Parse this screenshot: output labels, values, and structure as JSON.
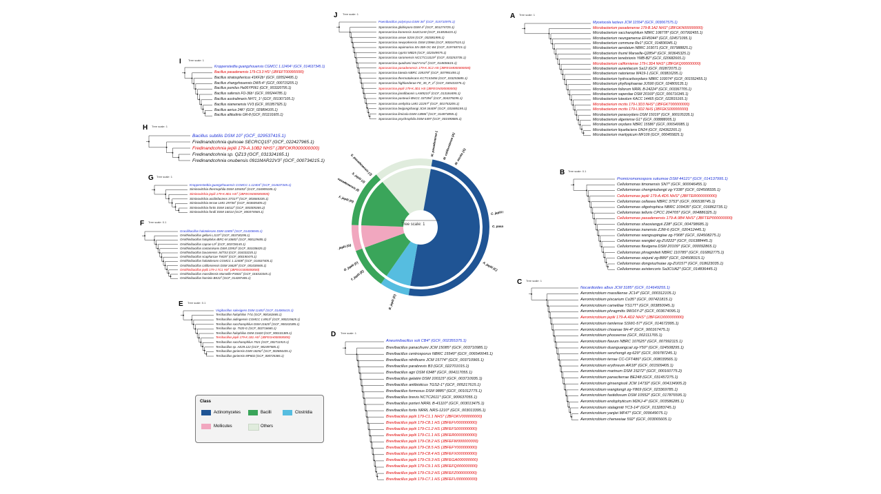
{
  "panels": {
    "A": {
      "label": "A",
      "scale": "Tree scale: 1",
      "leaves": [
        {
          "t": "Mycetocola lacteus JCM 11554ᵀ (GCF_003067575.1)",
          "k": "ref"
        },
        {
          "t": "Microbacterium pasadenense 179-B.1A2 NHSᵀ (JBFGKN000000000)",
          "k": "new"
        },
        {
          "t": "Microbacterium saccharophilum NBRC 108778ᵀ (GCF_007992455.1)",
          "k": ""
        },
        {
          "t": "Microbacterium neungamense EF45044ᵀ (GCF_024571095.1)",
          "k": ""
        },
        {
          "t": "Microbacterium commune Re1ᵀ (GCF_014836945.1)",
          "k": ""
        },
        {
          "t": "Microbacterium aerolatum NBRC 103071 (GCF_007988825.1)",
          "k": ""
        },
        {
          "t": "Microbacterium ihumii Marseille-Q2854ᵀ (GCF_903645325.1)",
          "k": ""
        },
        {
          "t": "Microbacterium tenebrionis YMB-B2ᵀ (GCF_020682665.1)",
          "k": ""
        },
        {
          "t": "Microbacterium californiense 179-I.3D4 NHSᵀ (JBFGKQ000000000)",
          "k": "new"
        },
        {
          "t": "Microbacterium aurantiacum Sa12 (GCF_002872075.1)",
          "k": ""
        },
        {
          "t": "Microbacterium natoriense W419-1 (GCF_003816295.1)",
          "k": ""
        },
        {
          "t": "Microbacterium hydrocarboxydans NBRC 103074ᵀ (GCF_001552455.1)",
          "k": ""
        },
        {
          "t": "Microbacterium phyllosphaerae JU590 (GCF_024809135.1)",
          "k": ""
        },
        {
          "t": "Microbacterium foliorum NRRL B-24224ᵀ (GCF_003367705.1)",
          "k": ""
        },
        {
          "t": "Microbacterium saperdae DSM 20169ᵀ (GCF_006716345.1)",
          "k": ""
        },
        {
          "t": "Microbacterium luteolum KACC 14465 (GCF_022815165.1)",
          "k": ""
        },
        {
          "t": "Microbacterium mcrtis 179-I.3D3 NHSᵀ (JBFGKT000000000)",
          "k": "new"
        },
        {
          "t": "Microbacterium mcrtis 179-I.3D2 NHS (JBFGKS000000000)",
          "k": "new"
        },
        {
          "t": "Microbacterium paraoxydans DSM 15019ᵀ (GCF_900105335.1)",
          "k": ""
        },
        {
          "t": "Microbacterium algeriense G1ᵀ (GCF_008888005.1)",
          "k": ""
        },
        {
          "t": "Microbacterium oxydans NBRC 15586ᵀ (GCF_006540085.1)",
          "k": ""
        },
        {
          "t": "Microbacterium liquefaciens DN24 (GCF_024362265.1)",
          "k": ""
        },
        {
          "t": "Microbacterium maritypicum MF109 (GCF_000455825.1)",
          "k": ""
        }
      ]
    },
    "B": {
      "label": "B",
      "scale": "Tree scale: 0.1",
      "leaves": [
        {
          "t": "Promicromonospora sukumoe DSM 44121ᵀ (GCF_014137995.1)",
          "k": "ref"
        },
        {
          "t": "Cellulomonas timonensis SN7ᵀ (GCF_900046455.1)",
          "k": ""
        },
        {
          "t": "Cellulomonas chengniuliangii zg-Y338ᵀ (GCF_024508335.1)",
          "k": ""
        },
        {
          "t": "Cellulomonas jeplii 179-A.4D5 NHSᵀ (JBFTER000000000)",
          "k": "new"
        },
        {
          "t": "Cellulomonas cellasea NBRC 3753ᵀ (GCF_006538745.1)",
          "k": ""
        },
        {
          "t": "Cellulomonas oligotrophica NBRC 109435ᵀ (GCF_016862735.1)",
          "k": ""
        },
        {
          "t": "Cellulomonas telluris CPCC 204705ᵀ (GCF_004886325.1)",
          "k": ""
        },
        {
          "t": "Cellulomonas pasadenensis 179-A.9B4 NHSᵀ (JBFTEP000000000)",
          "k": "new"
        },
        {
          "t": "Cellulomonas shaoxiangyii Z28ᵀ (GCF_004798685.1)",
          "k": ""
        },
        {
          "t": "Cellulomonas iranensis ZJW-6 (GCF_020412445.1)",
          "k": ""
        },
        {
          "t": "Cellulomonas wangsupingiae zg-Y908ᵀ (GCF_024508275.1)",
          "k": ""
        },
        {
          "t": "Cellulomonas wangleii zg-ZUI222ᵀ (GCF_016388445.1)",
          "k": ""
        },
        {
          "t": "Cellulomonas flavigena DSM 20109ᵀ (GCF_000092865.1)",
          "k": ""
        },
        {
          "t": "Cellulomonas phragmiteti NBRC 110785ᵀ (GCF_016862775.1)",
          "k": ""
        },
        {
          "t": "Cellulomonas xiejunii zg-B89ᵀ (GCF_024508315.1)",
          "k": ""
        },
        {
          "t": "Cellulomonas dongxiuzhuiae zg-ZUI157ᵀ (GCF_018623035.1)",
          "k": ""
        },
        {
          "t": "Cellulomonas avistercoris Sa3CUA2ᵀ (GCF_014836445.1)",
          "k": ""
        }
      ]
    },
    "C": {
      "label": "C",
      "scale": "Tree scale: 1",
      "leaves": [
        {
          "t": "Nocardioides albus JCM 3185ᵀ (GCF_014649255.1)",
          "k": "ref"
        },
        {
          "t": "Aeromicrobium massiliense JC14ᵀ (GCF_000312105.1)",
          "k": ""
        },
        {
          "t": "Aeromicrobium piscarium Co35ᵀ (GCF_007421815.1)",
          "k": ""
        },
        {
          "t": "Aeromicrobium camelliae YS17Tᵀ (GCF_003850045.1)",
          "k": ""
        },
        {
          "t": "Aeromicrobium phragmitis 9W16Y-2ᵀ (GCF_003674095.1)",
          "k": ""
        },
        {
          "t": "Aeromicrobium jeplii 179-A.4D2 NHSᵀ (JBFGKO000000000)",
          "k": "new"
        },
        {
          "t": "Aeromicrobium tamlense SSW1-57ᵀ (GCF_014672995.1)",
          "k": ""
        },
        {
          "t": "Aeromicrobium choanae 9H-4ᵀ (GCF_900167475.1)",
          "k": ""
        },
        {
          "t": "Aeromicrobium phoceense (GCF_002111765.1)",
          "k": ""
        },
        {
          "t": "Aeromicrobium flavum NBRC 107625ᵀ (GCF_007992115.1)",
          "k": ""
        },
        {
          "t": "Aeromicrobium duanguangcaii zg-Y50ᵀ (GCF_024508295.1)",
          "k": ""
        },
        {
          "t": "Aeromicrobium senzhongii zg-629ᵀ (GCF_009787245.1)",
          "k": ""
        },
        {
          "t": "Aeromicrobium terrae CC-CFT486ᵀ (GCF_008039565.1)",
          "k": ""
        },
        {
          "t": "Aeromicrobium erythreum AR18ᵀ (GCF_001509405.1)",
          "k": ""
        },
        {
          "t": "Aeromicrobium marinum DSM 15272ᵀ (GCF_000160775.2)",
          "k": ""
        },
        {
          "t": "Aeromicrobium panaciterrae BE248 (GCF_031457275.1)",
          "k": ""
        },
        {
          "t": "Aeromicrobium ginsengisoli JCM 14732ᵀ (GCF_004134905.2)",
          "k": ""
        },
        {
          "t": "Aeromicrobium wangtongii zg-Y869 (GCF_023369785.1)",
          "k": ""
        },
        {
          "t": "Aeromicrobium fastidiosum DSM 10552ᵀ (GCF_017876595.1)",
          "k": ""
        },
        {
          "t": "Aeromicrobium endophyticum M2KJ-4ᵀ (GCF_003586285.1)",
          "k": ""
        },
        {
          "t": "Aeromicrobium stalagmiti YC3-14ᵀ (GCF_013283745.1)",
          "k": ""
        },
        {
          "t": "Aeromicrobium yanjiei MF47ᵀ (GCF_009649075.1)",
          "k": ""
        },
        {
          "t": "Aeromicrobium chenweiae 592ᵀ (GCF_003065605.1)",
          "k": ""
        }
      ]
    },
    "D": {
      "label": "D",
      "scale": "Tree scale: 1",
      "leaves": [
        {
          "t": "Aneurinibacillus soli CB4ᵀ (GCF_002355375.1)",
          "k": "ref"
        },
        {
          "t": "Brevibacillus panacihumi JCM 15085ᵀ (GCF_003710985.1)",
          "k": ""
        },
        {
          "t": "Brevibacillus centrosporus NBRC 15540ᵀ (GCF_006540045.1)",
          "k": ""
        },
        {
          "t": "Brevibacillus nitrificans JCM 15774ᵀ (GCF_003710965.1)",
          "k": ""
        },
        {
          "t": "Brevibacillus parabrevis B3 (GCF_022701015.1)",
          "k": ""
        },
        {
          "t": "Brevibacillus agri DSM 6348ᵀ (GCF_004117055.1)",
          "k": ""
        },
        {
          "t": "Brevibacillus gelatini DSM 100115ᵀ (GCF_003710935.1)",
          "k": ""
        },
        {
          "t": "Brevibacillus antibioticus TGS2-1ᵀ (GCF_005217615.1)",
          "k": ""
        },
        {
          "t": "Brevibacillus formosus DSM 9885ᵀ (GCF_001012775.1)",
          "k": ""
        },
        {
          "t": "Brevibacillus brevis NCTC2611ᵀ (GCF_900637055.1)",
          "k": ""
        },
        {
          "t": "Brevibacillus porteri NRRL B-41110ᵀ (GCF_003013475.1)",
          "k": ""
        },
        {
          "t": "Brevibacillus fortis NRRL NRS-1210ᵀ (GCF_003013395.1)",
          "k": ""
        },
        {
          "t": "Brevibacillus jeplii 179-C1.1 NHSᵀ (JBFOKV000000000)",
          "k": "new"
        },
        {
          "t": "Brevibacillus jeplii 179-C8.1 HS (JBFEFV000000000)",
          "k": "new"
        },
        {
          "t": "Brevibacillus jeplii 179-C1.2 HS (JBFEFS000000000)",
          "k": "new"
        },
        {
          "t": "Brevibacillus jeplii 179-C1.1 HS (JBFER0000000000)",
          "k": "new"
        },
        {
          "t": "Brevibacillus jeplii 179-C8.2 HS (JBFEFW000000000)",
          "k": "new"
        },
        {
          "t": "Brevibacillus jeplii 179-C8.5 HS (JBFEFY000000000)",
          "k": "new"
        },
        {
          "t": "Brevibacillus jeplii 179-C8.4 HS (JBFEFX000000000)",
          "k": "new"
        },
        {
          "t": "Brevibacillus jeplii 179-C9.3 HS (JBFEGA000000000)",
          "k": "new"
        },
        {
          "t": "Brevibacillus jeplii 179-C9.1 HS (JBFEFQ000000000)",
          "k": "new"
        },
        {
          "t": "Brevibacillus jeplii 179-C9.2 HS (JBFEFZ000000000)",
          "k": "new"
        },
        {
          "t": "Brevibacillus jeplii 179-C7.1 HS (JBFEFU000000000)",
          "k": "new"
        }
      ]
    },
    "E": {
      "label": "E",
      "scale": "Tree scale: 0.1",
      "leaves": [
        {
          "t": "Virgibacillus salexigens DSM 11483ᵀ (GCF_014065415.1)",
          "k": "ref"
        },
        {
          "t": "Terribacillus halophilus T-h1 (GCF_900162665.1)",
          "k": ""
        },
        {
          "t": "Terribacillus aidingensis CGMCC 1.8913ᵀ (GCF_900215625.1)",
          "k": ""
        },
        {
          "t": "Terribacillus saccharophilus DSM 21620ᵀ (GCF_900102385.1)",
          "k": ""
        },
        {
          "t": "Terribacillus sp. 7520-G (GCF_002716665.1)",
          "k": ""
        },
        {
          "t": "Terribacillus halophilus DSM 21620 (GCF_900101385.1)",
          "k": ""
        },
        {
          "t": "Terribacillus jeplii 179-K.1B1 HSᵀ (JBFEGH000000000)",
          "k": "new"
        },
        {
          "t": "Terribacillus saccharophilus 7521 (GCF_002711915.1)",
          "k": ""
        },
        {
          "t": "Terribacillus sp. AE29.122 (GCF_902497585.1)",
          "k": ""
        },
        {
          "t": "Terribacillus goriensis DSM 18252ᵀ (GCF_002884435.1)",
          "k": ""
        },
        {
          "t": "Terribacillus goriensis MP602 (GCF_000725365.1)",
          "k": ""
        }
      ]
    },
    "F": {
      "label": "F",
      "scale": "Tree scale: 0.1",
      "leaves": [
        {
          "t": "Gracilibacillus halotolerans DSM 11805ᵀ (GCF_014206945.1)",
          "k": "ref"
        },
        {
          "t": "Ornithinibacillus gellani LJ137ᵀ (GCF_003730295.1)",
          "k": ""
        },
        {
          "t": "Ornithinibacillus halophilus IBRC-M 10683ᵀ (GCF_900129485.1)",
          "k": ""
        },
        {
          "t": "Ornithinibacillus caprae L9ᵀ (GCF_003728145.1)",
          "k": ""
        },
        {
          "t": "Ornithinibacillus contaminans DSM 22953ᵀ (GCF_001038425.2)",
          "k": ""
        },
        {
          "t": "Ornithinibacillus bavariensis J4/TS3 (GCF_018333235.1)",
          "k": ""
        },
        {
          "t": "Ornithinibacillus scapharcae TW25ᵀ (GCF_000190475.1)",
          "k": ""
        },
        {
          "t": "Ornithinibacillus halotolerans CGMCC 1.12408ᵀ (GCF_014637405.1)",
          "k": ""
        },
        {
          "t": "Ornithinibacillus californiensis DSM 16628ᵀ (GCF_001038465.1)",
          "k": ""
        },
        {
          "t": "Ornithinibacillus jeplii 179-J.7C1 HSᵀ (JBFEGG000000000)",
          "k": "new"
        },
        {
          "t": "Ornithinibacillus massiliensis Marseille-P3601ᵀ (GCF_018310345.1)",
          "k": ""
        },
        {
          "t": "Ornithinibacillus hominis BK22ᵀ (GCF_014287465.1)",
          "k": ""
        }
      ]
    },
    "G": {
      "label": "G",
      "scale": "Tree scale: 1",
      "leaves": [
        {
          "t": "Kroppenstedtia guangzhouensis CGMCC 1.12404ᵀ (GCF_014637345.1)",
          "k": "ref"
        },
        {
          "t": "Siminovitchia thermophila DSM 105453ᵀ (GCF_016909185.1)",
          "k": ""
        },
        {
          "t": "Siminovitchia jeplii 179-K.8D1 HSᵀ (JBFEGN000000000)",
          "k": "new"
        },
        {
          "t": "Siminovitchia acidinfaciens 37317ᵀ (GCF_003665335.1)",
          "k": ""
        },
        {
          "t": "Siminovitchia terrae LMG 29736ᵀ (GCF_003605405.2)",
          "k": ""
        },
        {
          "t": "Siminovitchia fortis DSM 16012ᵀ (GCF_000305365.2)",
          "k": ""
        },
        {
          "t": "Siminovitchia fordii DSM 16014 (GCF_000374565.1)",
          "k": ""
        }
      ]
    },
    "H": {
      "label": "H",
      "scale": "Tree scale: 1",
      "leaves": [
        {
          "t": "Bacillus subtilis DSM 10ᵀ (GCF_029537415.1)",
          "k": "ref"
        },
        {
          "t": "Fredinandcohnia quinoae SECRCQ15ᵀ (GCF_022427965.1)",
          "k": ""
        },
        {
          "t": "Fredinandcohnia jeplii 179-A.10B2 NHSᵀ (JBFOKR000000000)",
          "k": "new"
        },
        {
          "t": "Fredinandcohnia sp. QZ13 (GCF_031324165.1)",
          "k": ""
        },
        {
          "t": "Fredinandcohnia onubensis 0911MAR22V3ᵀ (GCF_000734215.1)",
          "k": ""
        }
      ]
    },
    "I": {
      "label": "I",
      "scale": "Tree scale: 1",
      "leaves": [
        {
          "t": "Kroppenstedtia guangzhouensis CGMCC 1.12404ᵀ (GCF_014637345.1)",
          "k": "ref"
        },
        {
          "t": "Bacillus pasadenensis 179-C3.3 HSᵀ (JBFEFT000000000)",
          "k": "new"
        },
        {
          "t": "Bacillus stratosphericus 41KF2bᵀ (GCF_020524495.1)",
          "k": ""
        },
        {
          "t": "Bacillus zhangzhouensis DW5-4ᵀ (GCF_000715205.1)",
          "k": ""
        },
        {
          "t": "Bacillus pumilus Ha06YP061 (GCF_003320795.1)",
          "k": ""
        },
        {
          "t": "Bacillus safensis FO-36bᵀ (GCF_000244785.1)",
          "k": ""
        },
        {
          "t": "Bacillus australimaris NH71_1ᵀ (GCF_001307105.1)",
          "k": ""
        },
        {
          "t": "Bacillus xiamenensis VV3 (GCF_001857925.1)",
          "k": ""
        },
        {
          "t": "Bacillus aerius 24Kᵀ (GCF_029894105.1)",
          "k": ""
        },
        {
          "t": "Bacillus altitudinis GR-8 (GCF_001191605.1)",
          "k": ""
        }
      ]
    },
    "J": {
      "label": "J",
      "scale": "Tree scale: 1",
      "leaves": [
        {
          "t": "Paenibacillus polymyxa DSM 36ᵀ (GCF_015710975.1)",
          "k": "ref"
        },
        {
          "t": "Sporosarcina globispora DSM 4ᵀ (GCF_001274725.1)",
          "k": ""
        },
        {
          "t": "Sporosarcina koreensis Sa3CUA8 (GCF_014836415.1)",
          "k": ""
        },
        {
          "t": "Sporosarcina ureae S204 (GCF_002081995.1)",
          "k": ""
        },
        {
          "t": "Sporosarcina newyorkensis DSM 23966 (GCF_900167515.1)",
          "k": ""
        },
        {
          "t": "Sporosarcina aquimarina SN-308-OC-B4 (GCF_019748715.1)",
          "k": ""
        },
        {
          "t": "Sporosarcina cyprini MB25 (GCF_022049575.1)",
          "k": ""
        },
        {
          "t": "Sporosarcina saromensis NCCTC13119ᵀ (GCF_033253735.1)",
          "k": ""
        },
        {
          "t": "Sporosarcina quadrami Sa2YVA2ᵀ (GCF_014836615.1)",
          "k": ""
        },
        {
          "t": "Sporosarcina pasadenensis 179-K.3C2 HS (JBFEGM000000000)",
          "k": "new"
        },
        {
          "t": "Sporosarcina luteola NBRC 105378ᵀ (GCF_007991455.1)",
          "k": ""
        },
        {
          "t": "Sporosarcina thermotolerans KCTC43456 (GCF_033253685.1)",
          "k": ""
        },
        {
          "t": "Sporosarcina highlanderae FE_35_P_2ᵀ (GCF_030433375.1)",
          "k": ""
        },
        {
          "t": "Sporosarcina jeplii 179-K.3D1 HS (JBFEGN000000000)",
          "k": "new"
        },
        {
          "t": "Sporosarcina jiandibaonis LAM9210ᵀ (GCF_013184495.1)",
          "k": ""
        },
        {
          "t": "Sporosarcina pasteurii BNCC 337394ᵀ (GCF_004379295.1)",
          "k": ""
        },
        {
          "t": "Sporosarcina ureilytica LMG 22257ᵀ (GCF_001753205.1)",
          "k": ""
        },
        {
          "t": "Sporosarcina beigongshangi JCM 34409ᵀ (GCF_033485195.1)",
          "k": ""
        },
        {
          "t": "Sporosarcina limicola DSM 13886ᵀ (GCF_014873855.1)",
          "k": ""
        },
        {
          "t": "Sporosarcina psychrophila DSM 6497 (GCF_001590685.1)",
          "k": ""
        }
      ]
    }
  },
  "center": {
    "scale": "Tree scale: 1",
    "labels": [
      "M. pasadenense (A)",
      "M. californiense (A)",
      "M. mcrtis (A)",
      "C. jeplii (B)",
      "C. pasadenensis (B)",
      "A. jeplii (C)",
      "B. jeplii (D)",
      "T. jeplii (E)",
      "O. jeplii (F)",
      "S. jeplii (G)",
      "F. jeplii (H)",
      "B. pasadenensis (I)",
      "S. jeplii (J)",
      "S. pasadenensis (J)"
    ]
  },
  "legend": {
    "title": "Class",
    "items": [
      {
        "label": "Actinomycetes",
        "color": "#1f5494"
      },
      {
        "label": "Bacilli",
        "color": "#3aa55a"
      },
      {
        "label": "Clostridia",
        "color": "#56bde0"
      },
      {
        "label": "Mollicutes",
        "color": "#f1a7bf"
      },
      {
        "label": "Others",
        "color": "#e0ecdd"
      }
    ]
  }
}
